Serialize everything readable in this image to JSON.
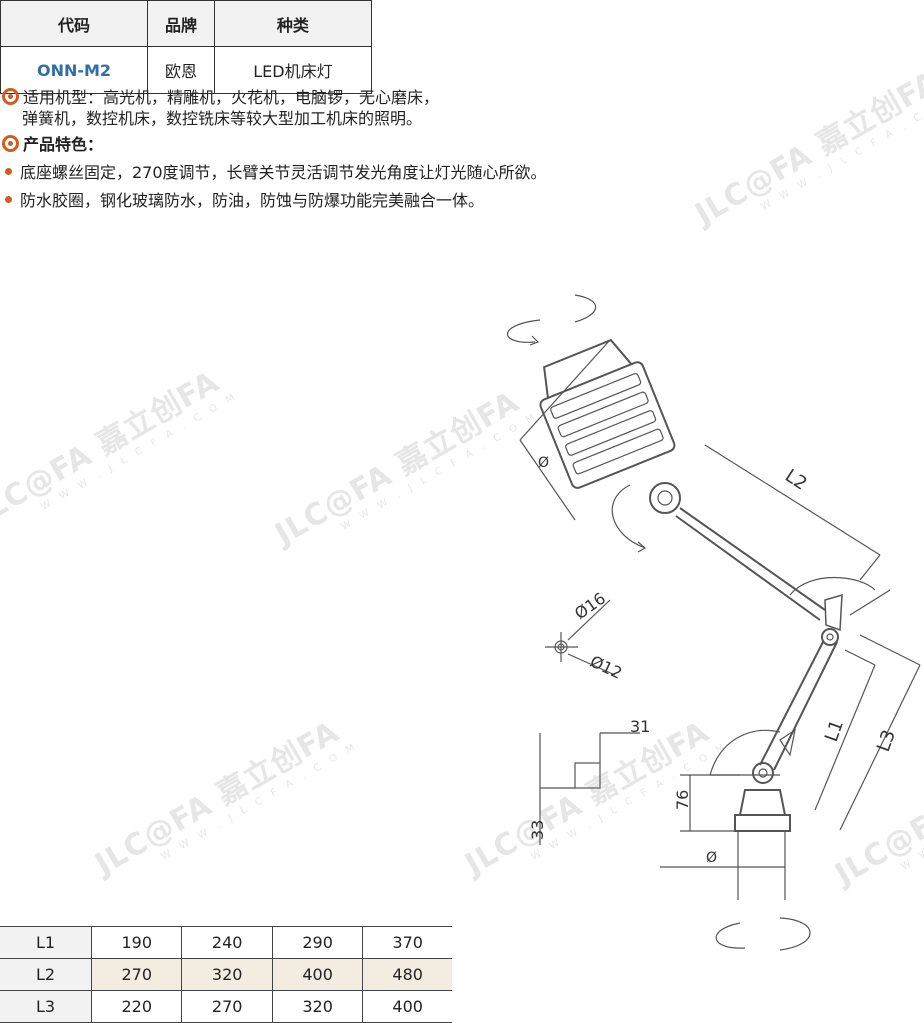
{
  "watermark": {
    "brand": "JLC@FA 嘉立创FA",
    "url": "W W W . J L C F A . C O M"
  },
  "spec_table": {
    "headers": [
      "代码",
      "品牌",
      "种类"
    ],
    "row": [
      "ONN-M2",
      "欧恩",
      "LED机床灯"
    ]
  },
  "description": {
    "applicable_label": "适用机型：",
    "applicable_line1": "高光机，精雕机，火花机，电脑锣，无心磨床，",
    "applicable_line2": "弹簧机，数控机床，数控铣床等较大型加工机床的照明。",
    "features_label": "产品特色：",
    "feature1": "底座螺丝固定，270度调节，长臂关节灵活调节发光角度让灯光随心所欲。",
    "feature2": "防水胶圈，钢化玻璃防水，防油，防蚀与防爆功能完美融合一体。"
  },
  "drawing_labels": {
    "dia_lamp": "Ø",
    "L2": "L2",
    "d16": "Ø16",
    "d12": "Ø12",
    "L1": "L1",
    "L3": "L3",
    "n31": "31",
    "n76": "76",
    "n33": "33",
    "dia_base": "Ø"
  },
  "dims_table": {
    "rows": [
      {
        "label": "L1",
        "values": [
          "190",
          "240",
          "290",
          "370"
        ]
      },
      {
        "label": "L2",
        "values": [
          "270",
          "320",
          "400",
          "480"
        ]
      },
      {
        "label": "L3",
        "values": [
          "220",
          "270",
          "320",
          "400"
        ]
      }
    ]
  }
}
